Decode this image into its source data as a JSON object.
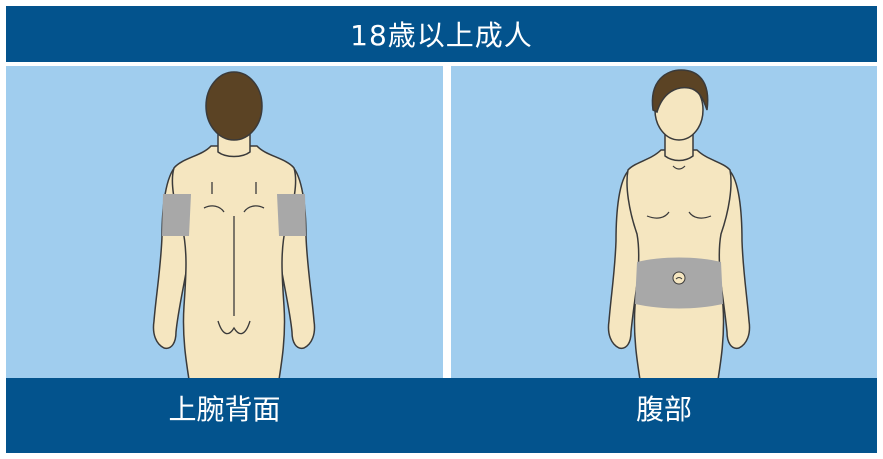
{
  "header": {
    "title": "18歳以上成人"
  },
  "panels": [
    {
      "label": "上腕背面",
      "view": "back",
      "highlighted_area": "upper-arm-back"
    },
    {
      "label": "腹部",
      "view": "front",
      "highlighted_area": "abdomen"
    }
  ],
  "colors": {
    "header_bg": "#03538d",
    "panel_bg": "#a0cdee",
    "skin": "#f5e6c0",
    "hair": "#5b4324",
    "highlight": "#a8a8a8",
    "outline": "#3a3a3a"
  }
}
